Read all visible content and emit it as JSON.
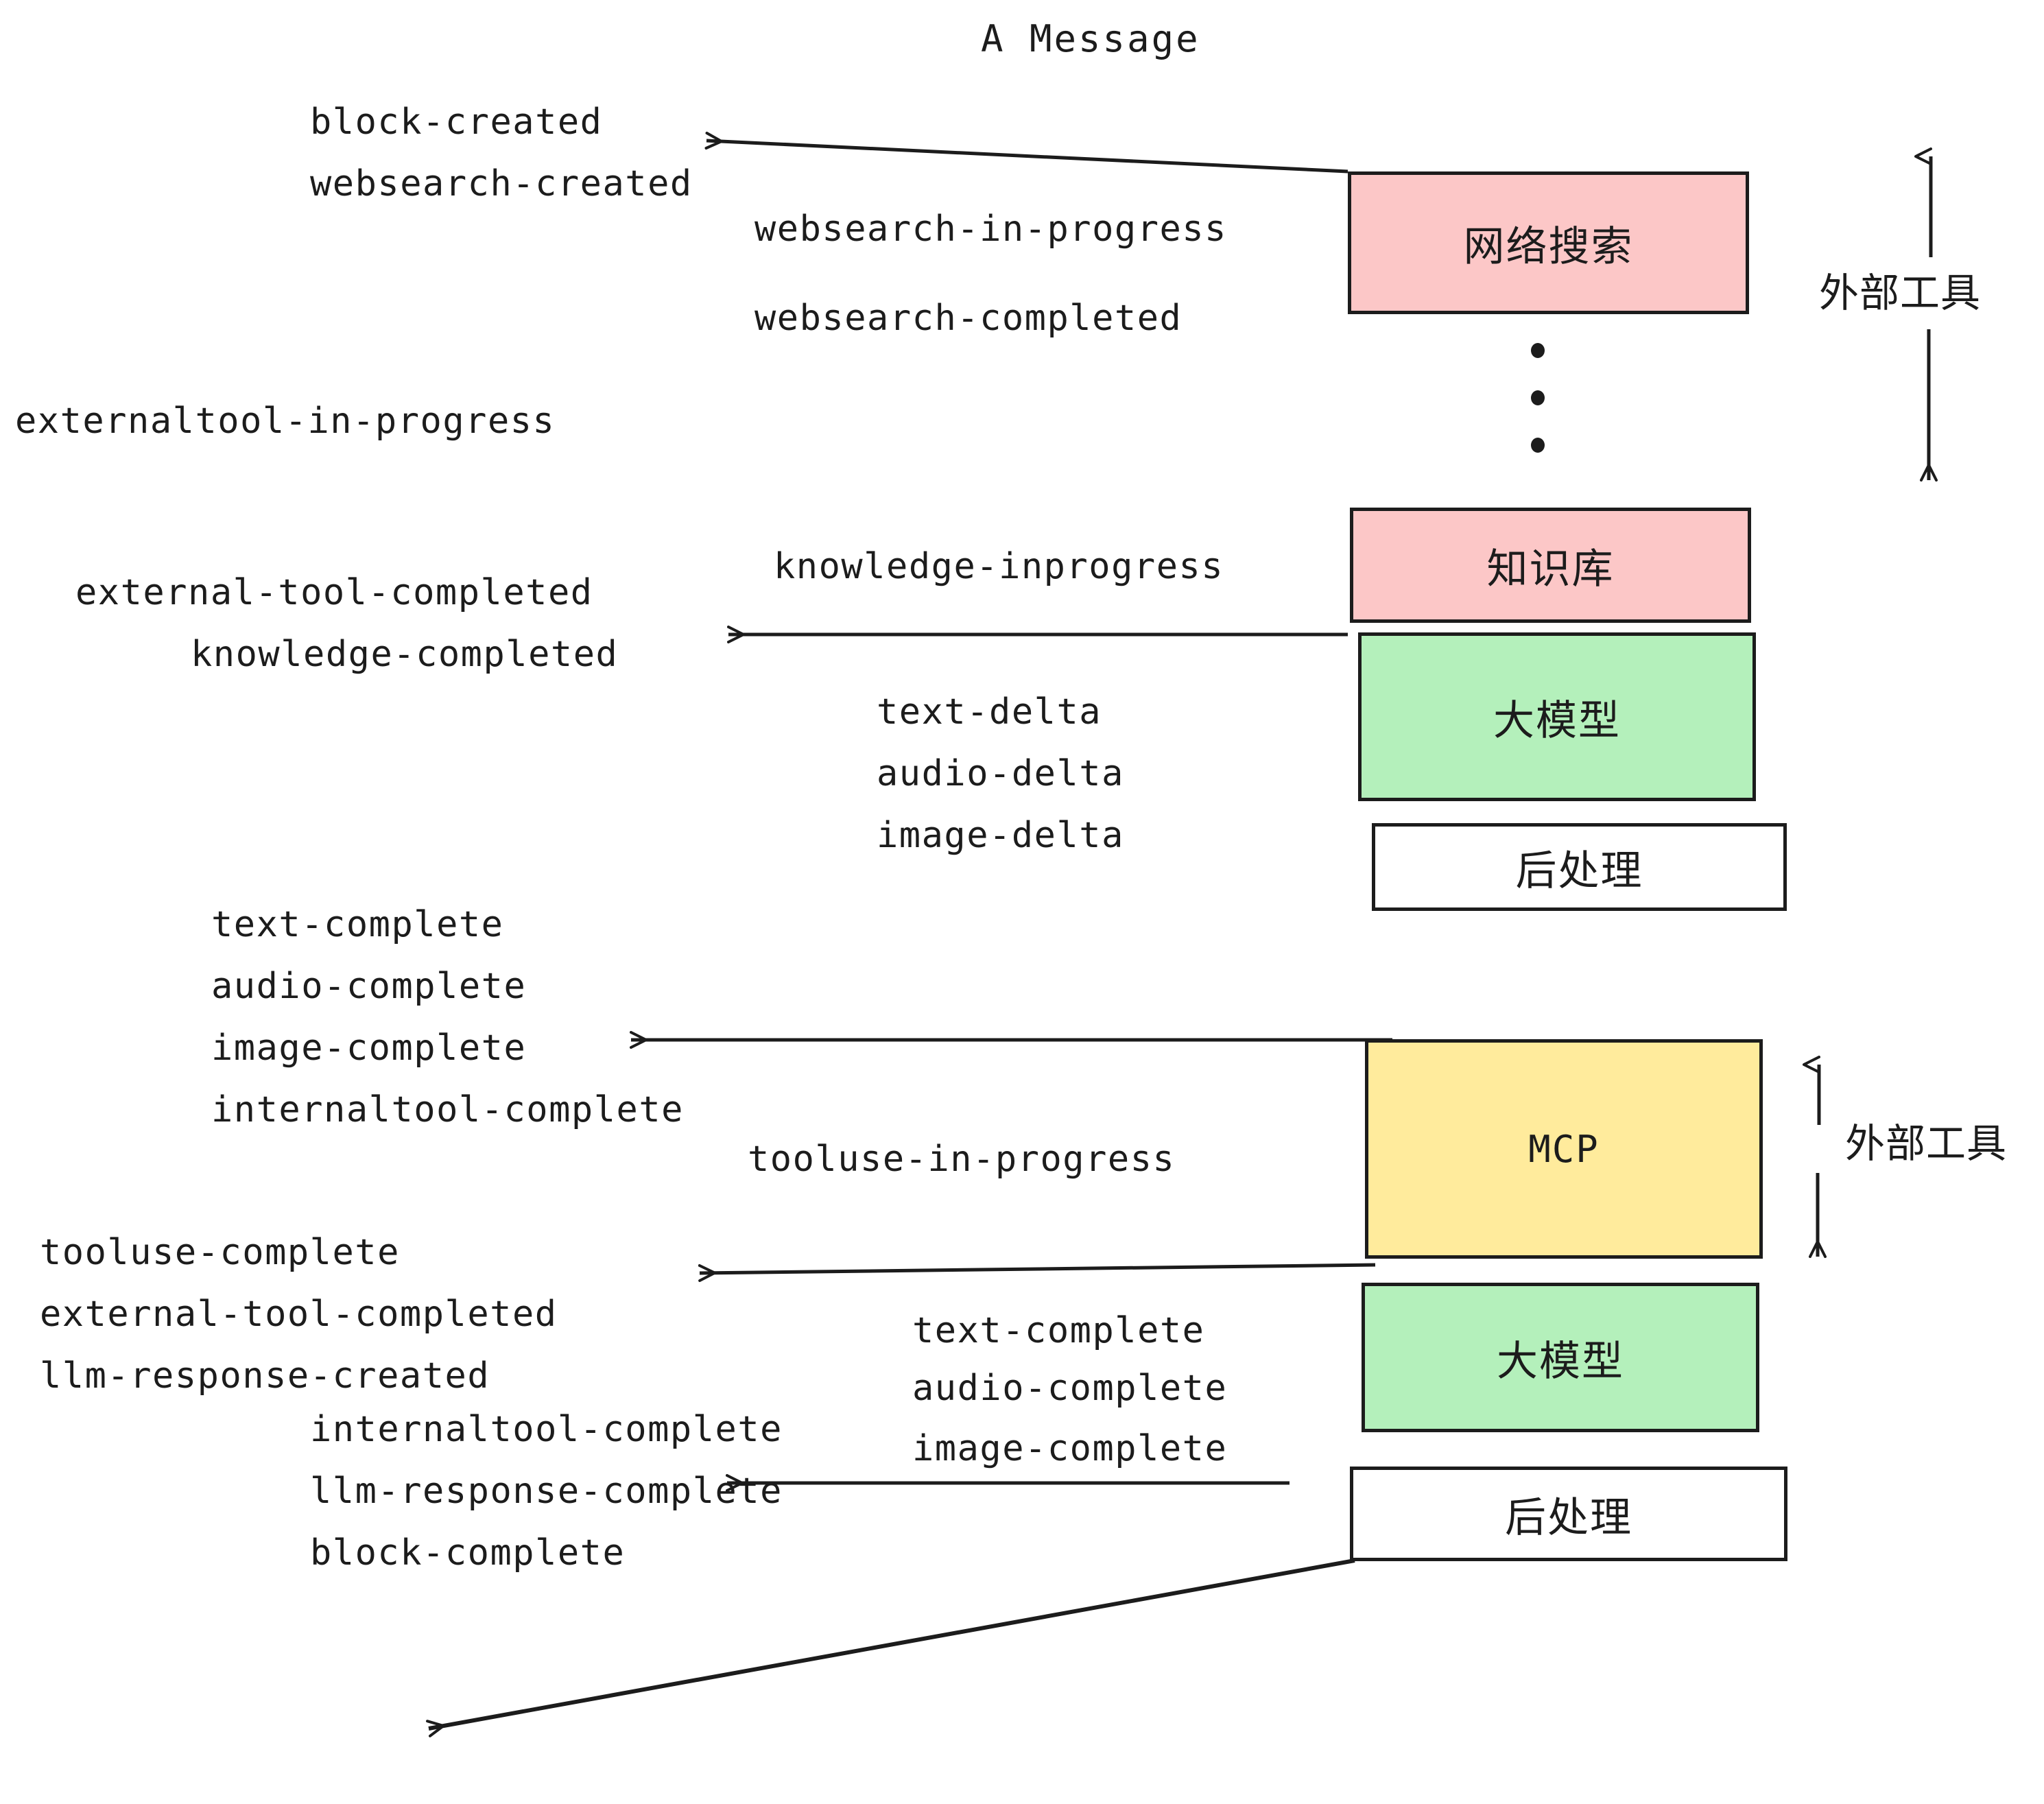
{
  "diagram": {
    "title": "A Message",
    "background_color": "#ffffff",
    "stroke_color": "#1c1c1c",
    "colors": {
      "pink": "#fcc7c7",
      "green": "#b4f0bb",
      "yellow": "#ffeb9c",
      "white": "#ffffff"
    }
  },
  "nodes": [
    {
      "id": "websearch",
      "label": "网络搜索",
      "fill": "#fcc7c7",
      "script": "cjk"
    },
    {
      "id": "knowledge",
      "label": "知识库",
      "fill": "#fcc7c7",
      "script": "cjk"
    },
    {
      "id": "llm_top",
      "label": "大模型",
      "fill": "#b4f0bb",
      "script": "cjk"
    },
    {
      "id": "post_top",
      "label": "后处理",
      "fill": "#ffffff",
      "script": "cjk"
    },
    {
      "id": "mcp",
      "label": "MCP",
      "fill": "#ffeb9c",
      "script": "latin"
    },
    {
      "id": "llm_bottom",
      "label": "大模型",
      "fill": "#b4f0bb",
      "script": "cjk"
    },
    {
      "id": "post_bottom",
      "label": "后处理",
      "fill": "#ffffff",
      "script": "cjk"
    }
  ],
  "side_labels": [
    {
      "id": "external_tool_top",
      "text": "外部工具"
    },
    {
      "id": "external_tool_bottom",
      "text": "外部工具"
    }
  ],
  "events": [
    {
      "id": "e01",
      "text": "block-created"
    },
    {
      "id": "e02",
      "text": "websearch-created"
    },
    {
      "id": "e03",
      "text": "websearch-in-progress"
    },
    {
      "id": "e04",
      "text": "websearch-completed"
    },
    {
      "id": "e05",
      "text": "externaltool-in-progress"
    },
    {
      "id": "e06",
      "text": "knowledge-inprogress"
    },
    {
      "id": "e07",
      "text": "external-tool-completed"
    },
    {
      "id": "e08",
      "text": "knowledge-completed"
    },
    {
      "id": "e09",
      "text": "text-delta"
    },
    {
      "id": "e10",
      "text": "audio-delta"
    },
    {
      "id": "e11",
      "text": "image-delta"
    },
    {
      "id": "e12",
      "text": "text-complete"
    },
    {
      "id": "e13",
      "text": "audio-complete"
    },
    {
      "id": "e14",
      "text": "image-complete"
    },
    {
      "id": "e15",
      "text": "internaltool-complete"
    },
    {
      "id": "e16",
      "text": "tooluse-in-progress"
    },
    {
      "id": "e17",
      "text": "tooluse-complete"
    },
    {
      "id": "e18",
      "text": "external-tool-completed"
    },
    {
      "id": "e19",
      "text": "llm-response-created"
    },
    {
      "id": "e20",
      "text": "text-complete"
    },
    {
      "id": "e21",
      "text": "audio-complete"
    },
    {
      "id": "e22",
      "text": "image-complete"
    },
    {
      "id": "e23",
      "text": "internaltool-complete"
    },
    {
      "id": "e24",
      "text": "llm-response-complete"
    },
    {
      "id": "e25",
      "text": "block-complete"
    }
  ]
}
